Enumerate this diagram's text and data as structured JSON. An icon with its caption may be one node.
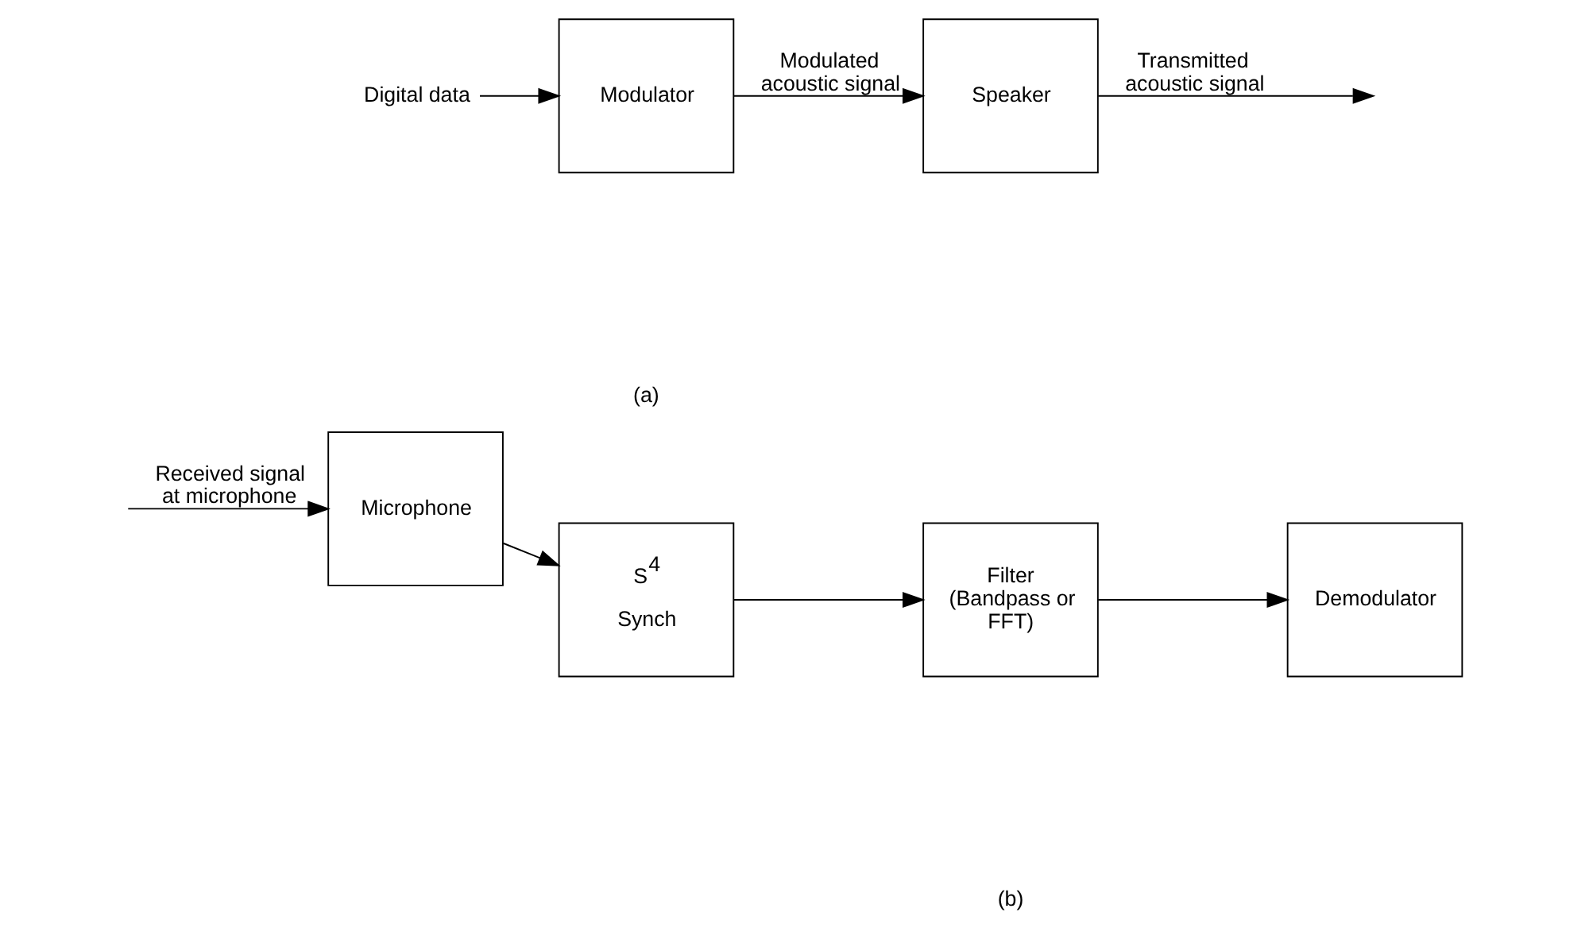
{
  "diagram": {
    "nodes": [
      {
        "text": [
          "Digital data"
        ]
      },
      {
        "text": [
          "Modulator"
        ]
      },
      {
        "text": [
          "Speaker"
        ]
      },
      {
        "text": [
          "Microphone"
        ]
      },
      {
        "text": [
          "S$^{4}$",
          "Synch"
        ]
      },
      {
        "text": [
          "Filter (Bandpass or FFT)"
        ]
      },
      {
        "text": [
          "Demodulator"
        ]
      }
    ],
    "edges": [
      {
        "from": 0,
        "to": 1,
        "arrow": "to"
      },
      {
        "from": 1,
        "to": 2,
        "arrow": "to",
        "label": "Modulated acoustic signal"
      },
      {
        "from": 2,
        "to": null,
        "arrow": "to",
        "label": "Transmitted acoustic signal"
      },
      {
        "from": null,
        "to": 3,
        "arrow": "to",
        "label": "Received signal at microphone"
      },
      {
        "from": 3,
        "to": 4,
        "arrow": "to"
      },
      {
        "from": 4,
        "to": 5,
        "arrow": "to"
      },
      {
        "from": 5,
        "to": 6,
        "arrow": "to"
      }
    ],
    "labels": [
      "(a)",
      "(b)"
    ]
  }
}
